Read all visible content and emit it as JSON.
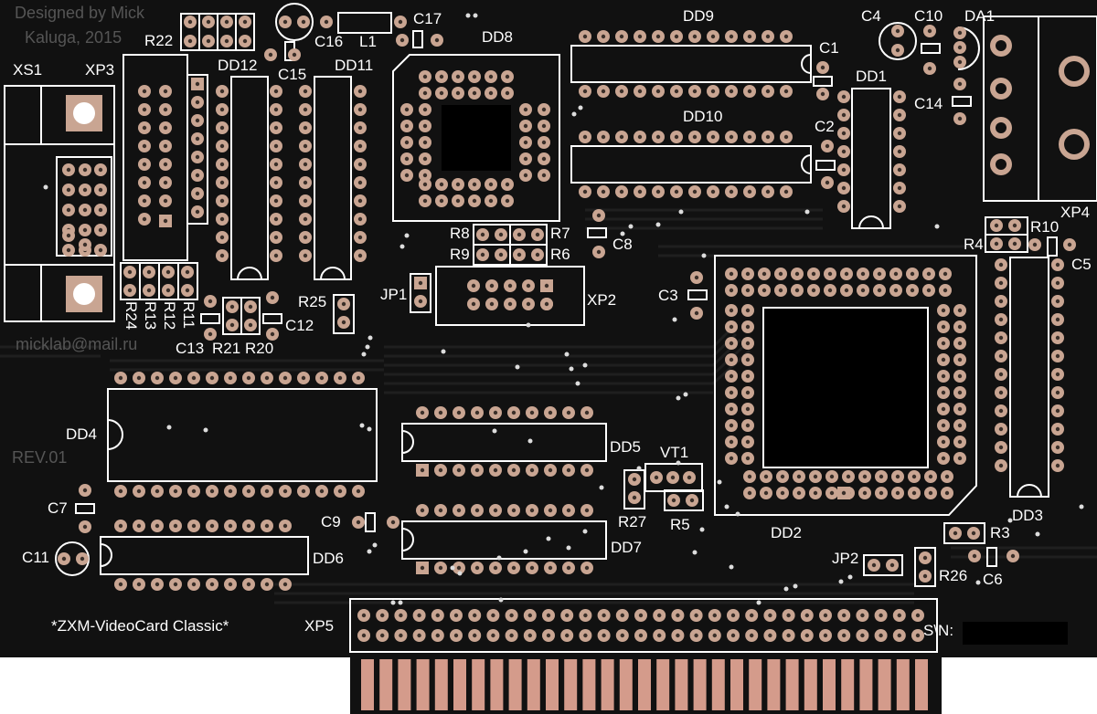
{
  "board": {
    "designer": "Designed  by Mick",
    "location": "Kaluga, 2015",
    "email": "micklab@mail.ru",
    "revision": "REV.01",
    "product": "*ZXM-VideoCard Classic*",
    "serial_label": "S\\N:"
  },
  "colors": {
    "board": "#111111",
    "trace": "#1e1e1e",
    "pad": "#c9a592",
    "pad_hole": "#3a2f29",
    "silk": "#ffffff",
    "dim_text": "#555555",
    "gold_finger": "#d49b8b"
  },
  "designators": {
    "XS1": "XS1",
    "XP3": "XP3",
    "R22": "R22",
    "DD12": "DD12",
    "C15": "C15",
    "C16": "C16",
    "L1": "L1",
    "C17": "C17",
    "DD11": "DD11",
    "DD8": "DD8",
    "DD9": "DD9",
    "C4": "C4",
    "C10": "C10",
    "DA1": "DA1",
    "C1": "C1",
    "DD1": "DD1",
    "C14": "C14",
    "DD10": "DD10",
    "C2": "C2",
    "XP4": "XP4",
    "R8": "R8",
    "R7": "R7",
    "R9": "R9",
    "R6": "R6",
    "C8": "C8",
    "R10": "R10",
    "R4": "R4",
    "C5": "C5",
    "R24": "R24",
    "R13": "R13",
    "R12": "R12",
    "R11": "R11",
    "R25": "R25",
    "C12": "C12",
    "C13": "C13",
    "R21": "R21",
    "R20": "R20",
    "JP1": "JP1",
    "XP2": "XP2",
    "C3": "C3",
    "DD4": "DD4",
    "DD5": "DD5",
    "VT1": "VT1",
    "R27": "R27",
    "R5": "R5",
    "C7": "C7",
    "C9": "C9",
    "DD7": "DD7",
    "DD6": "DD6",
    "C11": "C11",
    "DD2": "DD2",
    "DD3": "DD3",
    "R3": "R3",
    "C6": "C6",
    "JP2": "JP2",
    "R26": "R26",
    "XP5": "XP5"
  }
}
